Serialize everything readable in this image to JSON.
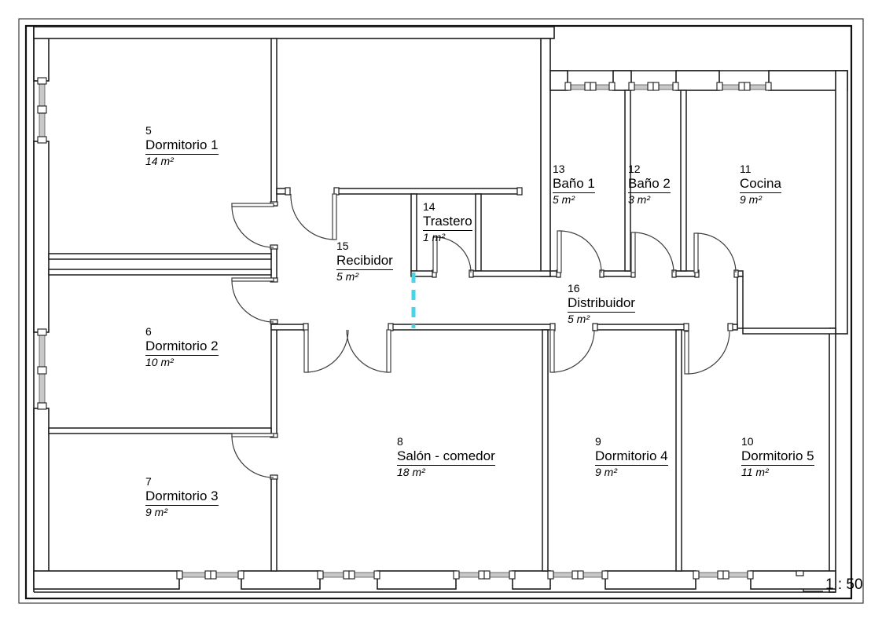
{
  "drawing": {
    "type": "floor-plan",
    "scale_label": "1 : 50",
    "colors": {
      "wall_line": "#1c1c1c",
      "door_line": "#3c3c3c",
      "window_glass": "#c8c8c8",
      "reference_line": "#45d5e6"
    }
  },
  "rooms": [
    {
      "number": "5",
      "name": "Dormitorio 1",
      "area": "14 m²"
    },
    {
      "number": "6",
      "name": "Dormitorio 2",
      "area": "10 m²"
    },
    {
      "number": "7",
      "name": "Dormitorio 3",
      "area": "9 m²"
    },
    {
      "number": "8",
      "name": "Salón - comedor",
      "area": "18 m²"
    },
    {
      "number": "9",
      "name": "Dormitorio 4",
      "area": "9 m²"
    },
    {
      "number": "10",
      "name": "Dormitorio 5",
      "area": "11 m²"
    },
    {
      "number": "11",
      "name": "Cocina",
      "area": "9 m²"
    },
    {
      "number": "12",
      "name": "Baño 2",
      "area": "3 m²"
    },
    {
      "number": "13",
      "name": "Baño 1",
      "area": "5 m²"
    },
    {
      "number": "14",
      "name": "Trastero",
      "area": "1 m²"
    },
    {
      "number": "15",
      "name": "Recibidor",
      "area": "5 m²"
    },
    {
      "number": "16",
      "name": "Distribuidor",
      "area": "5 m²"
    }
  ]
}
